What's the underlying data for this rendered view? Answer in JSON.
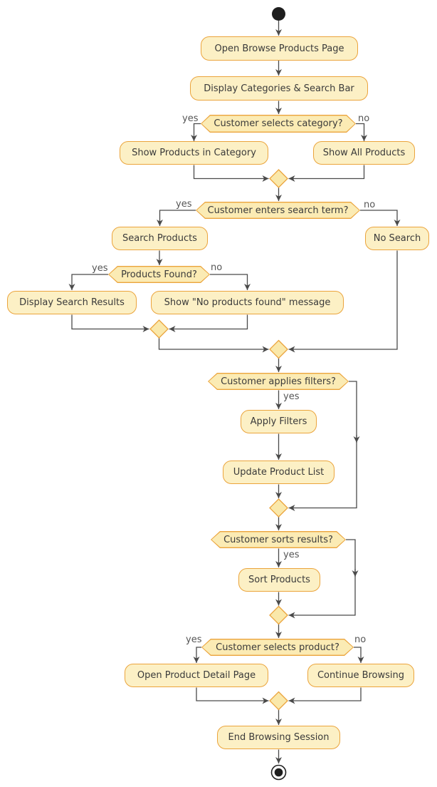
{
  "colors": {
    "node_fill": "#FCF0C5",
    "decision_fill": "#FBEBB4",
    "diamond_fill": "#FAE8AA",
    "node_border": "#EBA43C",
    "line_color": "#4A4A4A",
    "text_color": "#3A3A3A",
    "label_color": "#555555",
    "start_fill": "#1E1E1E"
  },
  "nodes": {
    "open_browse_page": "Open Browse Products Page",
    "display_categories": "Display Categories & Search Bar",
    "show_products_in_category": "Show Products in Category",
    "show_all_products": "Show All Products",
    "search_products": "Search Products",
    "no_search": "No Search",
    "display_search_results": "Display Search Results",
    "show_no_products_message": "Show \"No products found\" message",
    "apply_filters": "Apply Filters",
    "update_product_list": "Update Product List",
    "sort_products": "Sort Products",
    "open_product_detail_page": "Open Product Detail Page",
    "continue_browsing": "Continue Browsing",
    "end_browsing_session": "End Browsing Session"
  },
  "decisions": {
    "selects_category": "Customer selects category?",
    "enters_search_term": "Customer enters search term?",
    "products_found": "Products Found?",
    "applies_filters": "Customer applies filters?",
    "sorts_results": "Customer sorts results?",
    "selects_product": "Customer selects product?"
  },
  "branch_labels": {
    "category_yes": "yes",
    "category_no": "no",
    "search_yes": "yes",
    "search_no": "no",
    "found_yes": "yes",
    "found_no": "no",
    "filters_yes": "yes",
    "sorts_yes": "yes",
    "product_yes": "yes",
    "product_no": "no"
  }
}
